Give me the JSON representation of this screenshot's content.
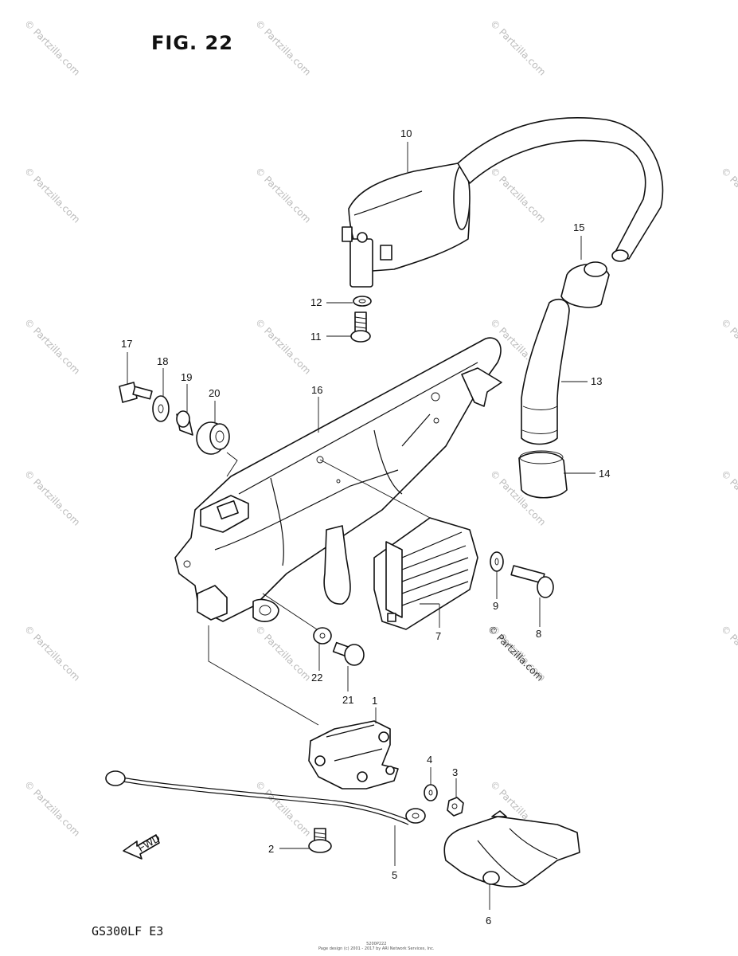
{
  "header": {
    "fig_title": "FIG. 22"
  },
  "footer": {
    "model_code": "GS300LF  E3",
    "small_line_1": "5200P222",
    "small_line_2": "Page design (c) 2001 - 2017 by ARI Network Services, Inc."
  },
  "watermark": {
    "text": "© Partzilla.com"
  },
  "callouts": [
    {
      "id": "1",
      "label": "1"
    },
    {
      "id": "2",
      "label": "2"
    },
    {
      "id": "3",
      "label": "3"
    },
    {
      "id": "4",
      "label": "4"
    },
    {
      "id": "5",
      "label": "5"
    },
    {
      "id": "6",
      "label": "6"
    },
    {
      "id": "7",
      "label": "7"
    },
    {
      "id": "8",
      "label": "8"
    },
    {
      "id": "9",
      "label": "9"
    },
    {
      "id": "10",
      "label": "10"
    },
    {
      "id": "11",
      "label": "11"
    },
    {
      "id": "12",
      "label": "12"
    },
    {
      "id": "13",
      "label": "13"
    },
    {
      "id": "14",
      "label": "14"
    },
    {
      "id": "15",
      "label": "15"
    },
    {
      "id": "16",
      "label": "16"
    },
    {
      "id": "17",
      "label": "17"
    },
    {
      "id": "18",
      "label": "18"
    },
    {
      "id": "19",
      "label": "19"
    },
    {
      "id": "20",
      "label": "20"
    },
    {
      "id": "21",
      "label": "21"
    },
    {
      "id": "22",
      "label": "22"
    }
  ],
  "fwd_label": "FWD"
}
